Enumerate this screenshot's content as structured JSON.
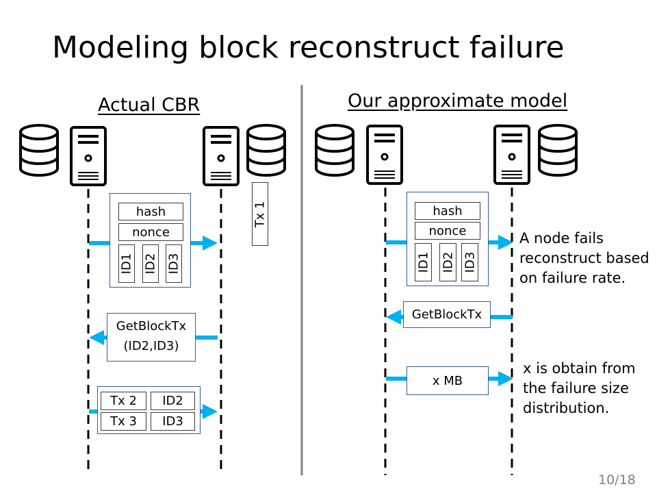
{
  "title": "Modeling block reconstruct failure",
  "left_heading": "Actual CBR",
  "right_heading": "Our approximate model",
  "left": {
    "block": {
      "hash": "hash",
      "nonce": "nonce",
      "ids": [
        "ID1",
        "ID2",
        "ID3"
      ]
    },
    "tx1": "Tx 1",
    "request": {
      "line1": "GetBlockTx",
      "line2": "(ID2,ID3)"
    },
    "response": {
      "tx2": "Tx 2",
      "id2": "ID2",
      "tx3": "Tx 3",
      "id3": "ID3"
    }
  },
  "right": {
    "block": {
      "hash": "hash",
      "nonce": "nonce",
      "ids": [
        "ID1",
        "ID2",
        "ID3"
      ]
    },
    "request": "GetBlockTx",
    "payload": "x MB",
    "note1": [
      "A node fails",
      "reconstruct based",
      "on failure rate."
    ],
    "note2": [
      "x is obtain from",
      "the failure size",
      "distribution."
    ]
  },
  "page_number": "10/18",
  "colors": {
    "arrow": "#00b0f0",
    "box_border": "#2f5f8a",
    "divider": "#7f7f7f"
  },
  "icons": {
    "database": "database-icon",
    "server": "server-icon"
  }
}
